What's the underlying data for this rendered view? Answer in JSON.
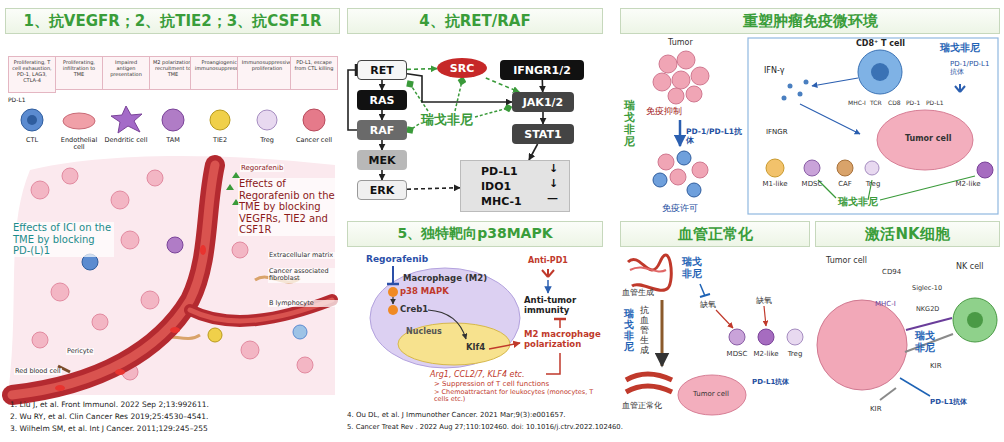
{
  "diagram": {
    "nodes": [
      {
        "text": [
          "1、抗VEGFR；2、抗TIE2；3、抗CSF1R"
        ]
      },
      {
        "text": [
          "Proliferating, T cell exhaustion, PD-1, LAG3, CTLA-4"
        ]
      },
      {
        "text": [
          "Proliferating, infiltration to TME"
        ]
      },
      {
        "text": [
          "Impaired antigen presentation"
        ]
      },
      {
        "text": [
          "M2 polarization, recruitment to TME"
        ]
      },
      {
        "text": [
          "Proangiogenic, immunosuppressive"
        ]
      },
      {
        "text": [
          "Immunosuppressive proliferation"
        ]
      },
      {
        "text": [
          "PD-L1, escape from CTL killing"
        ]
      },
      {
        "text": [
          "4、抗RET/RAF"
        ]
      },
      {
        "text": [
          "RET"
        ]
      },
      {
        "text": [
          "SRC"
        ]
      },
      {
        "text": [
          "IFNGR1/2"
        ]
      },
      {
        "text": [
          "RAS"
        ]
      },
      {
        "text": [
          "JAK1/2"
        ]
      },
      {
        "text": [
          "RAF"
        ]
      },
      {
        "text": [
          "STAT1"
        ]
      },
      {
        "text": [
          "MEK"
        ]
      },
      {
        "text": [
          "ERK"
        ]
      },
      {
        "text": [
          "PD-L1",
          "IDO1",
          "MHC-1"
        ]
      },
      {
        "text": [
          "重塑肿瘤免疫微环境"
        ]
      },
      {
        "text": [
          "5、独特靶向p38MAPK"
        ]
      },
      {
        "text": [
          "Macrophage (M2)"
        ]
      },
      {
        "text": [
          "Nucleus"
        ],
        "in": 21
      },
      {
        "text": [
          "血管正常化"
        ]
      },
      {
        "text": [
          "激活NK细胞"
        ]
      }
    ],
    "edges": [
      {
        "from": 9,
        "to": 12,
        "arrow": "to"
      },
      {
        "from": 12,
        "to": 14,
        "arrow": "to"
      },
      {
        "from": 14,
        "to": 16,
        "arrow": "to"
      },
      {
        "from": 16,
        "to": 17,
        "arrow": "to"
      },
      {
        "from": 17,
        "to": 18,
        "arrow": "to"
      },
      {
        "from": 11,
        "to": 13,
        "arrow": "to"
      },
      {
        "from": 13,
        "to": 15,
        "arrow": "to"
      },
      {
        "from": 15,
        "to": 18,
        "arrow": "to"
      },
      {
        "from": 9,
        "to": 10,
        "arrow": "to"
      },
      {
        "from": 10,
        "to": 13,
        "arrow": "to"
      },
      {
        "from": 9,
        "to": 13,
        "arrow": "to"
      },
      {
        "from": 14,
        "to": 9,
        "arrow": "to"
      }
    ],
    "labels": [
      "CTL",
      "Endothelial cell",
      "Dendritic cell",
      "TAM",
      "TIE2",
      "Treg",
      "Cancer cell",
      "PD-L1",
      "Regorafenib",
      "Effects of Regorafenib on the TME by blocking VEGFRs, TIE2 and CSF1R",
      "Effects of ICI on the TME by blocking PD-(L)1",
      "Extracellular matrix",
      "Cancer associated fibroblast",
      "B lymphocyte",
      "Pericyte",
      "Red blood cell",
      "1.   Liu J, et al. Front Immunol. 2022 Sep 2;13:992611.",
      "2.   Wu RY, et al. Clin Cancer Res 2019;25:4530–4541.",
      "3.   Wilhelm SM, et al. Int J Cancer. 2011;129:245–255",
      "瑞戈非尼",
      "↓",
      "↓",
      "—",
      "Regorafenib",
      "p38 MAPK",
      "Creb1",
      "Klf4",
      "Anti-PD1",
      "Anti-tumor immunity",
      "M2 macrophage polarization",
      "Arg1, CCL2/7, KLF4 etc.",
      "> Suppression of T cell functions",
      "> Chemoattractant for leukocytes (monocytes, T cells etc.)",
      "4.   Ou DL, et al. J Immunother Cancer. 2021 Mar;9(3):e001657.",
      "5.   Cancer Treat Rev . 2022 Aug 27;110:102460. doi: 10.1016/j.ctrv.2022.102460.",
      "Tumor",
      "免疫抑制",
      "瑞戈非尼",
      "PD-1/PD-L1抗体",
      "免疫许可",
      "CD8⁺ T cell",
      "瑞戈非尼",
      "IFN-γ",
      "IFNGR",
      "MHC-I",
      "TCR",
      "CD8",
      "PD-1",
      "PD-L1",
      "PD-1/PD-L1 抗体",
      "Tumor cell",
      "M1-like",
      "MDSC",
      "CAF",
      "Treg",
      "M2-like",
      "瑞戈非尼",
      "血管生成",
      "瑞戈非尼",
      "抗血管生成",
      "血管正常化",
      "瑞戈非尼",
      "缺氧",
      "Tumor cell",
      "缺氧",
      "MDSC",
      "M2-like",
      "Treg",
      "PD-L1抗体",
      "Tumor cell",
      "CD94",
      "NK cell",
      "Siglec-10",
      "MHC-I",
      "NKG2D",
      "瑞戈非尼",
      "KIR",
      "PD-L1抗体",
      "KIR"
    ]
  }
}
